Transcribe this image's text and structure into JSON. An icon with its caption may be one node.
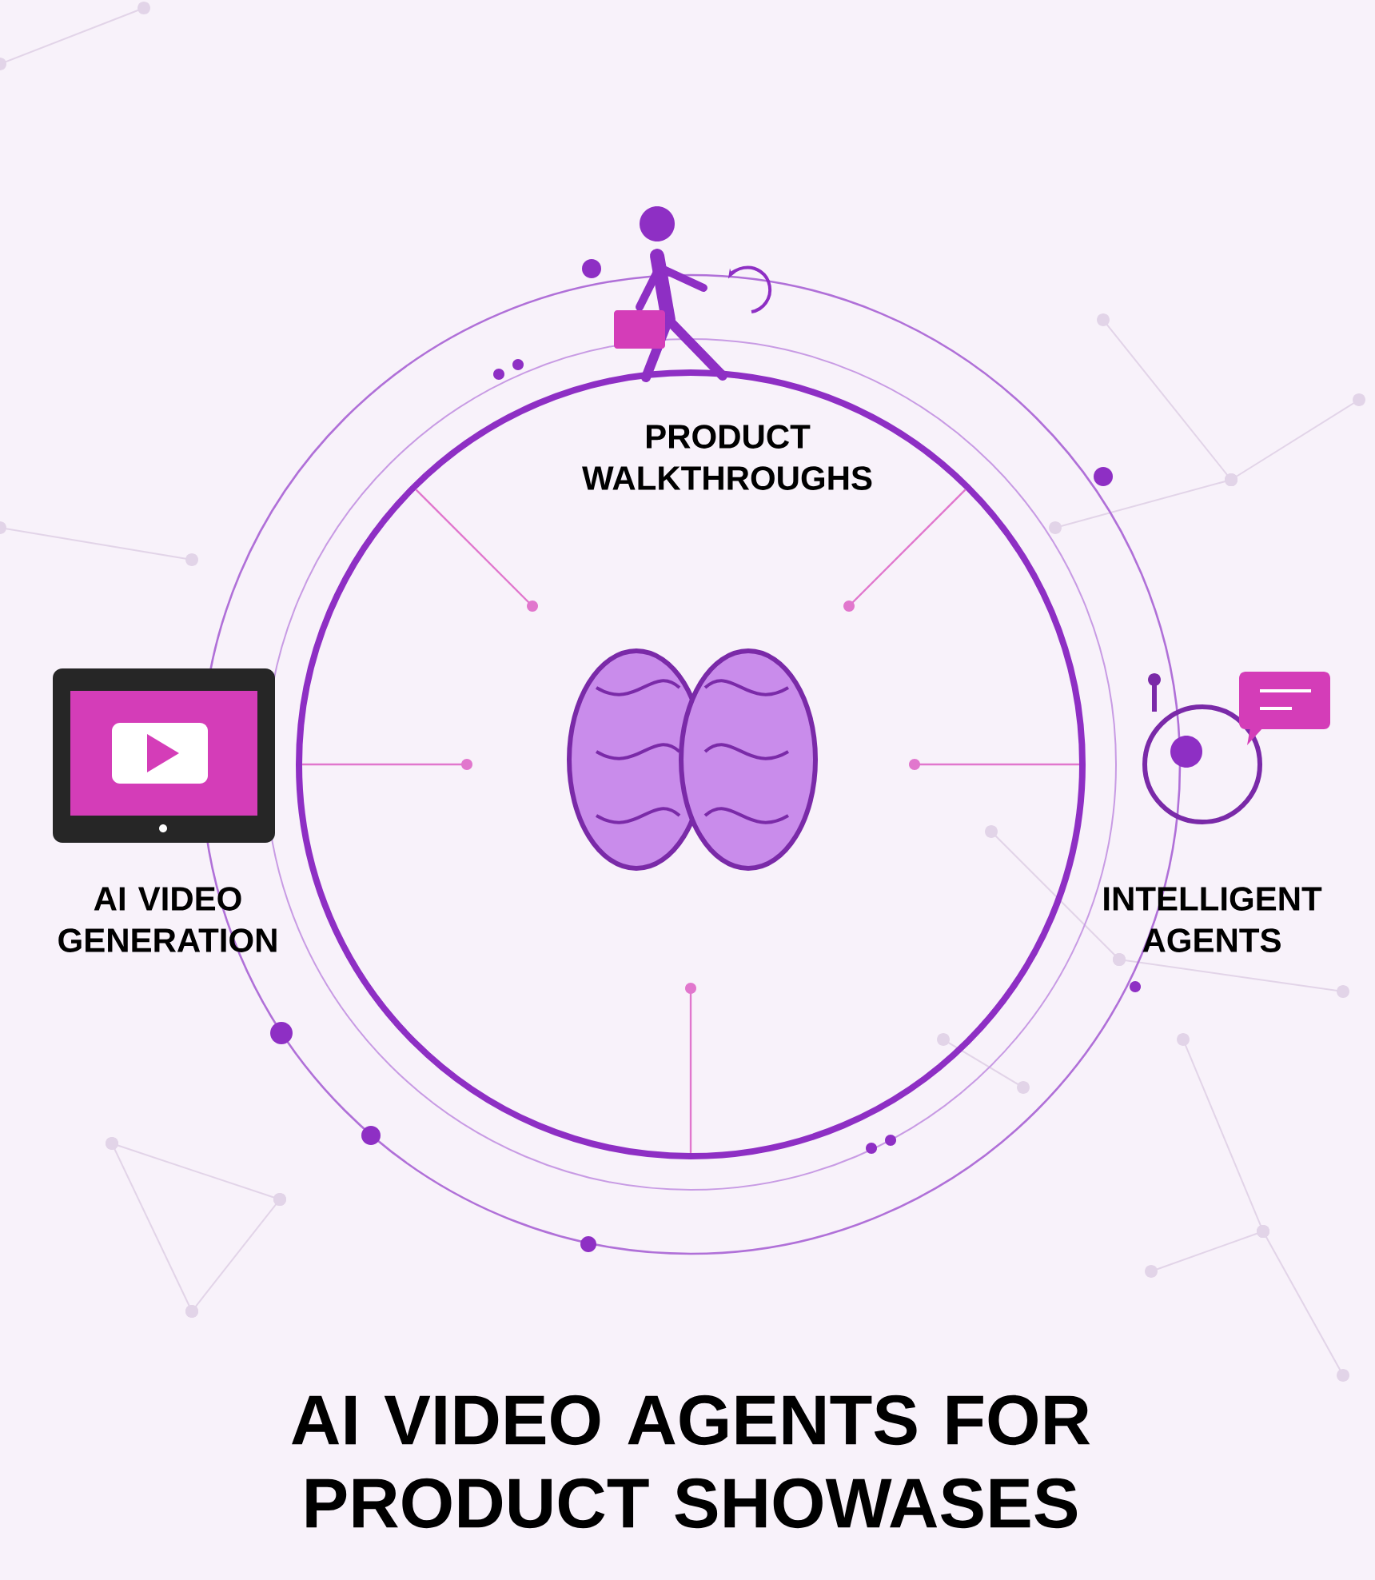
{
  "diagram": {
    "title": "AI VIDEO AGENTS FOR PRODUCT SHOWASES",
    "labels": [
      "PRODUCT WALKTHROUGHS",
      "AI VIDEO GENERATION",
      "INTELLIGENT AGENTS"
    ]
  }
}
